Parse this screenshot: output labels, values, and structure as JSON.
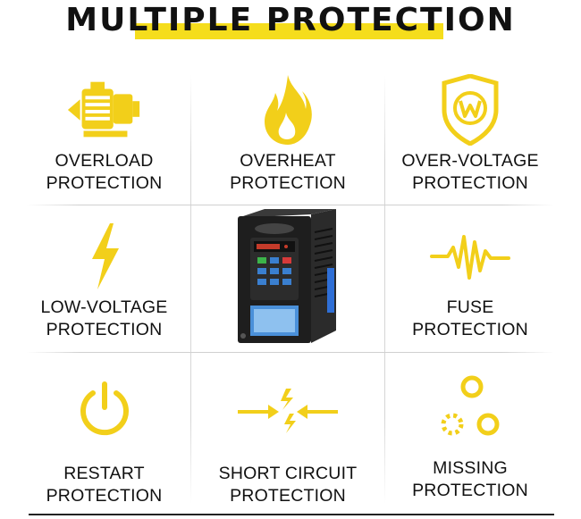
{
  "title": "MULTIPLE PROTECTION",
  "colors": {
    "accent": "#f5dd1c",
    "icon": "#f2cf1a",
    "text": "#111111"
  },
  "cells": [
    {
      "icon": "motor-icon",
      "line1": "OVERLOAD",
      "line2": "PROTECTION"
    },
    {
      "icon": "flame-icon",
      "line1": "OVERHEAT",
      "line2": "PROTECTION"
    },
    {
      "icon": "shield-w-icon",
      "line1": "OVER-VOLTAGE",
      "line2": "PROTECTION"
    },
    {
      "icon": "lightning-icon",
      "line1": "LOW-VOLTAGE",
      "line2": "PROTECTION"
    },
    {
      "icon": "vfd-inverter-image"
    },
    {
      "icon": "waveform-icon",
      "line1": "FUSE",
      "line2": "PROTECTION"
    },
    {
      "icon": "power-icon",
      "line1": "RESTART",
      "line2": "PROTECTION"
    },
    {
      "icon": "short-circuit-icon",
      "line1": "SHORT CIRCUIT",
      "line2": "PROTECTION"
    },
    {
      "icon": "missing-phase-icon",
      "line1": "MISSING",
      "line2": "PROTECTION"
    }
  ]
}
